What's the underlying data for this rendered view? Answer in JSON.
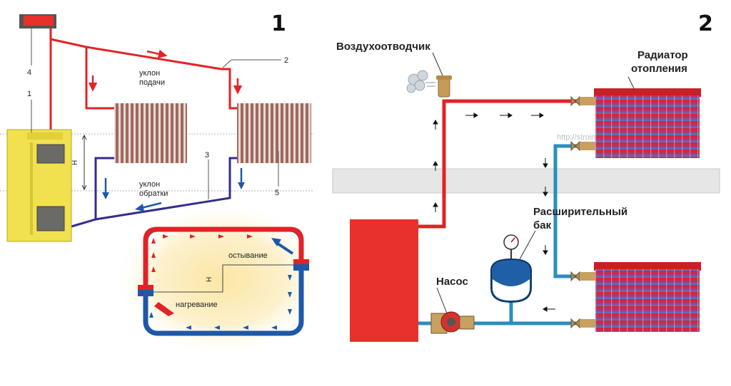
{
  "panel1": {
    "number": "1",
    "callouts": {
      "n1": "1",
      "n2": "2",
      "n3": "3",
      "n4": "4",
      "n5": "5"
    },
    "labels": {
      "supply_slope_l1": "уклон",
      "supply_slope_l2": "подачи",
      "return_slope_l1": "уклон",
      "return_slope_l2": "обратки",
      "height": "Н",
      "cooling": "остывание",
      "heating": "нагревание",
      "height_inset": "Н"
    }
  },
  "panel2": {
    "number": "2",
    "labels": {
      "air_vent": "Воздухоотводчик",
      "radiator_l1": "Радиатор",
      "radiator_l2": "отопления",
      "expansion_l1": "Расширительный",
      "expansion_l2": "бак",
      "pump": "Насос",
      "watermark": "http://stroim-svoi-dom.ru"
    }
  },
  "colors": {
    "supply": "#e32227",
    "return": "#1e58a8",
    "return_dark": "#332d8e",
    "pipe_blue": "#2a8ec0",
    "boiler_yellow": "#f1e14e",
    "boiler_red": "#e8302c",
    "radiator_fins": "#9c6a60",
    "floor": "#e6e6e6"
  }
}
